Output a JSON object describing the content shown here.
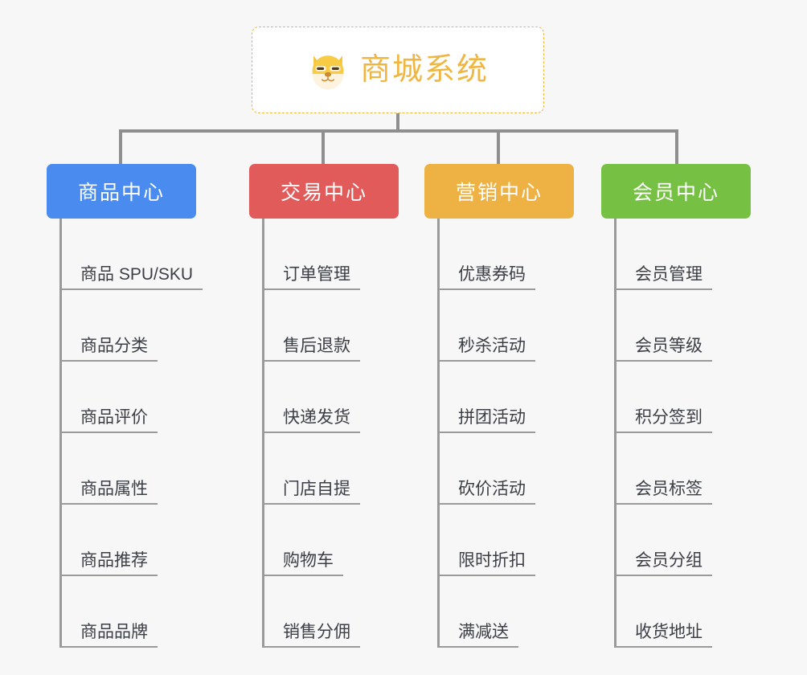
{
  "page": {
    "background_color": "#f7f7f7",
    "line_color": "#8f8f8f"
  },
  "root": {
    "title": "商城系统",
    "icon": "dog-face-icon",
    "border_color": "#f0b642",
    "text_color": "#f0b642",
    "background_color": "#ffffff"
  },
  "columns": [
    {
      "label": "商品中心",
      "color": "#4a8bf0",
      "items": [
        "商品 SPU/SKU",
        "商品分类",
        "商品评价",
        "商品属性",
        "商品推荐",
        "商品品牌"
      ]
    },
    {
      "label": "交易中心",
      "color": "#e15b5b",
      "items": [
        "订单管理",
        "售后退款",
        "快递发货",
        "门店自提",
        "购物车",
        "销售分佣"
      ]
    },
    {
      "label": "营销中心",
      "color": "#eeb143",
      "items": [
        "优惠券码",
        "秒杀活动",
        "拼团活动",
        "砍价活动",
        "限时折扣",
        "满减送"
      ]
    },
    {
      "label": "会员中心",
      "color": "#76c044",
      "items": [
        "会员管理",
        "会员等级",
        "积分签到",
        "会员标签",
        "会员分组",
        "收货地址"
      ]
    }
  ]
}
